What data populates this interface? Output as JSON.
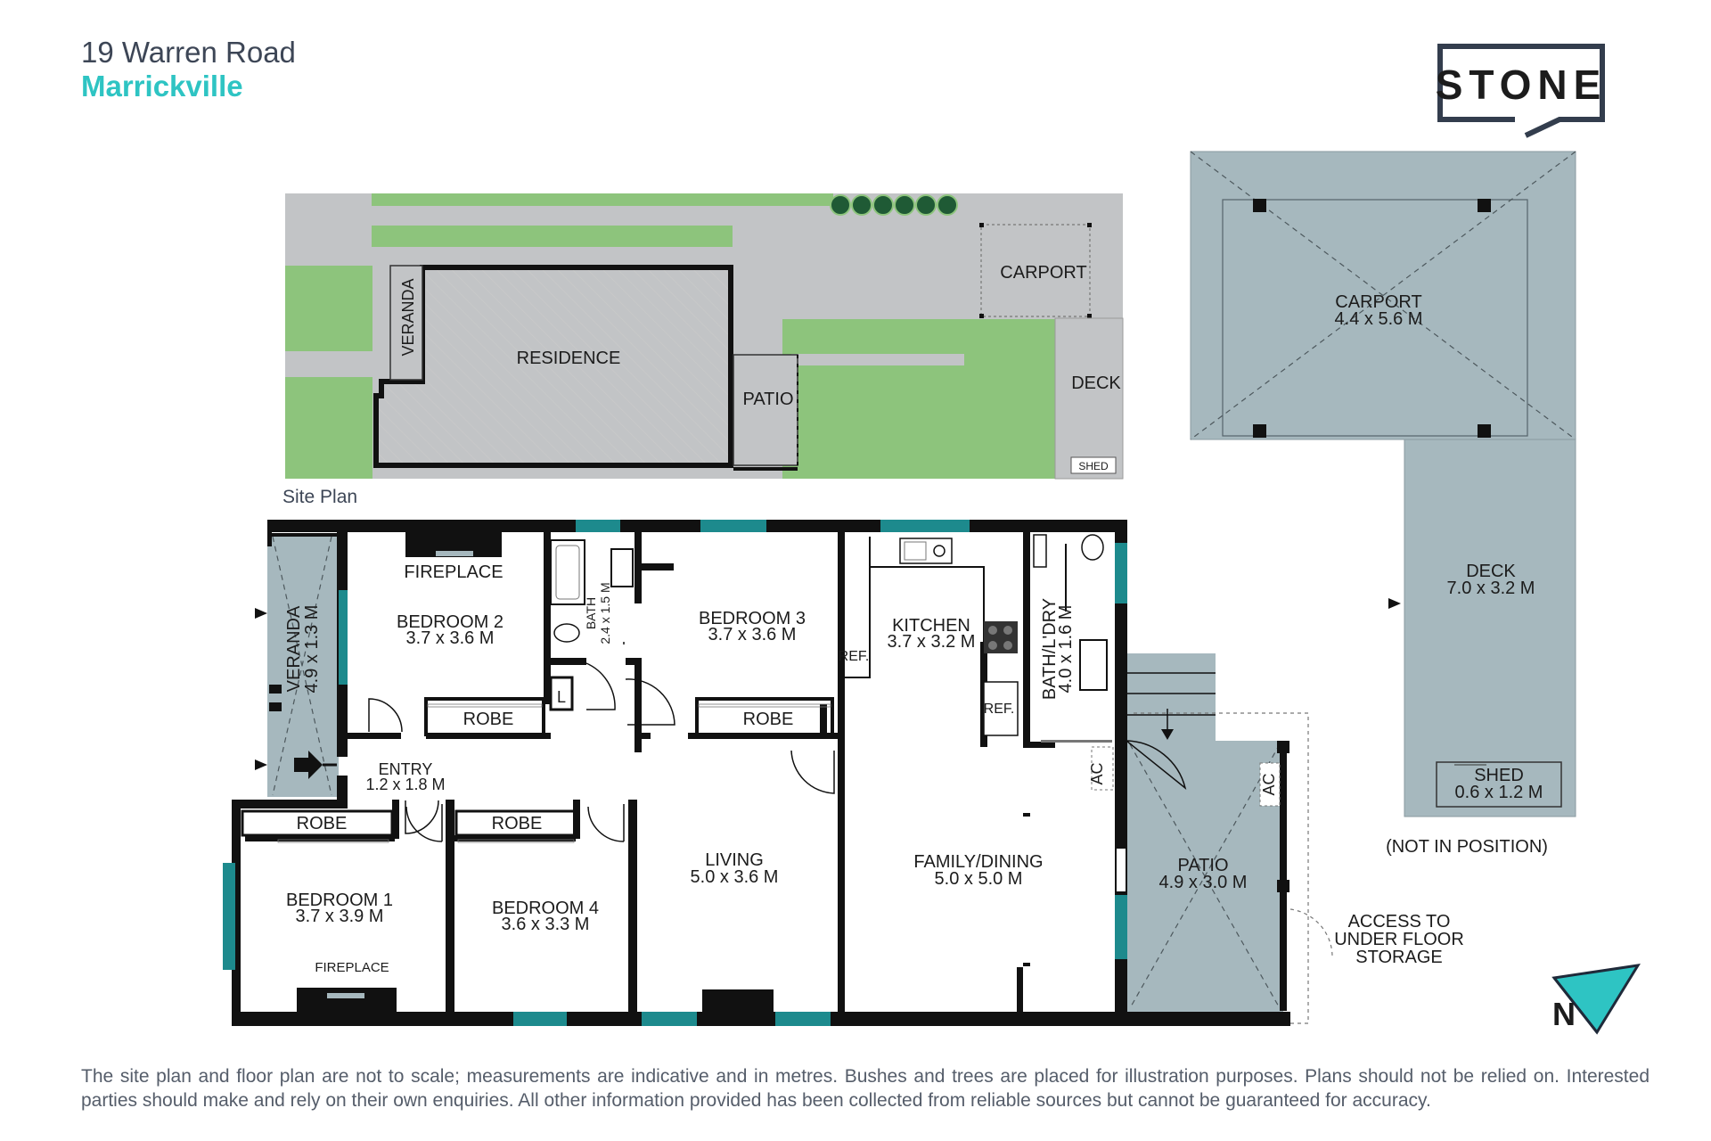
{
  "header": {
    "address": "19 Warren Road",
    "suburb": "Marrickville"
  },
  "logo": {
    "text": "STONE"
  },
  "site_plan": {
    "caption": "Site Plan",
    "labels": {
      "carport": "CARPORT",
      "veranda": "VERANDA",
      "residence": "RESIDENCE",
      "patio": "PATIO",
      "deck": "DECK",
      "shed": "SHED"
    }
  },
  "rooms": {
    "fireplace_top": "FIREPLACE",
    "bedroom2": {
      "name": "BEDROOM 2",
      "size": "3.7 x 3.6 M"
    },
    "bath": {
      "name": "BATH",
      "size": "2.4 x 1.5 M"
    },
    "bedroom3": {
      "name": "BEDROOM 3",
      "size": "3.7 x 3.6 M"
    },
    "kitchen": {
      "name": "KITCHEN",
      "size": "3.7 x 3.2 M"
    },
    "bath_laundry": {
      "name": "BATH/L'DRY",
      "size": "4.0 x 1.6 M"
    },
    "veranda": {
      "name": "VERANDA",
      "size": "4.9 x 1.3 M"
    },
    "entry": {
      "name": "ENTRY",
      "size": "1.2 x 1.8 M"
    },
    "robe": "ROBE",
    "linen": "L",
    "ref": "REF.",
    "ac": "AC",
    "living": {
      "name": "LIVING",
      "size": "5.0 x 3.6 M"
    },
    "family_dining": {
      "name": "FAMILY/DINING",
      "size": "5.0 x 5.0 M"
    },
    "bedroom1": {
      "name": "BEDROOM 1",
      "size": "3.7 x 3.9 M"
    },
    "bedroom4": {
      "name": "BEDROOM 4",
      "size": "3.6 x 3.3 M"
    },
    "fireplace_bottom": "FIREPLACE",
    "patio": {
      "name": "PATIO",
      "size": "4.9 x 3.0 M"
    },
    "carport": {
      "name": "CARPORT",
      "size": "4.4 x 5.6 M"
    },
    "deck": {
      "name": "DECK",
      "size": "7.0 x 3.2 M"
    },
    "shed": {
      "name": "SHED",
      "size": "0.6 x 1.2 M"
    },
    "not_in_position": "(NOT IN POSITION)",
    "access": [
      "ACCESS TO",
      "UNDER FLOOR",
      "STORAGE"
    ]
  },
  "compass": {
    "letter": "N"
  },
  "disclaimer": "The site plan and floor plan are not to scale; measurements are indicative and in metres. Bushes and trees are placed for illustration purposes. Plans should not be relied on. Interested parties should make and rely on their own enquiries. All other information provided has been collected from reliable sources but cannot be guaranteed for accuracy.",
  "colors": {
    "accent": "#2ec4c3",
    "outdoor": "#a6b8be",
    "lawn": "#8dc47c",
    "paving": "#c2c4c6",
    "wall": "#111111",
    "window": "#1d8a8d"
  }
}
